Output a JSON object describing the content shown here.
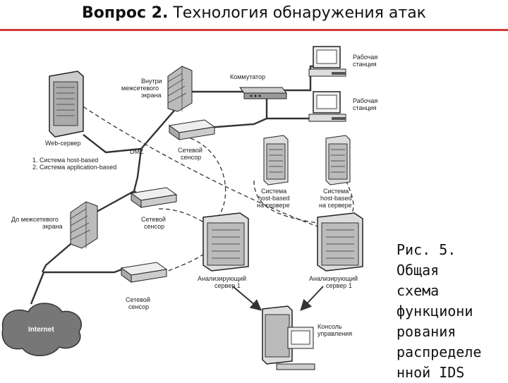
{
  "title": {
    "bold": "Вопрос 2.",
    "rest": " Технология обнаружения атак"
  },
  "colors": {
    "accent_rule": "#d33a3a"
  },
  "diagram": {
    "labels": {
      "workstation1_l1": "Рабочая",
      "workstation1_l2": "станция",
      "workstation2_l1": "Рабочая",
      "workstation2_l2": "станция",
      "switch": "Коммутатор",
      "firewall_inner_l1": "Внутри",
      "firewall_inner_l2": "межсетевого",
      "firewall_inner_l3": "экрана",
      "web_server": "Web-сервер",
      "host_note_1": "1. Система host-based",
      "host_note_2": "2. Система application-based",
      "dmz": "DMZ",
      "sensor1_l1": "Сетевой",
      "sensor1_l2": "сенсор",
      "sensor2_l1": "Сетевой",
      "sensor2_l2": "сенсор",
      "sensor3_l1": "Сетевой",
      "sensor3_l2": "сенсор",
      "host_ids1_l1": "Система",
      "host_ids1_l2": "host-based",
      "host_ids1_l3": "на сервере",
      "host_ids2_l1": "Система",
      "host_ids2_l2": "host-based",
      "host_ids2_l3": "на сервере",
      "firewall_outer_l1": "До межсетевого",
      "firewall_outer_l2": "экрана",
      "analyzer1_l1": "Анализирующий",
      "analyzer1_l2": "сервер 1",
      "analyzer2_l1": "Анализирующий",
      "analyzer2_l2": "сервер 1",
      "internet": "Internet",
      "console_l1": "Консоль",
      "console_l2": "управления"
    }
  },
  "caption_lines": [
    "Рис. 5.",
    "Общая",
    "схема",
    "функциони",
    "рования",
    "распределе",
    "нной IDS"
  ]
}
